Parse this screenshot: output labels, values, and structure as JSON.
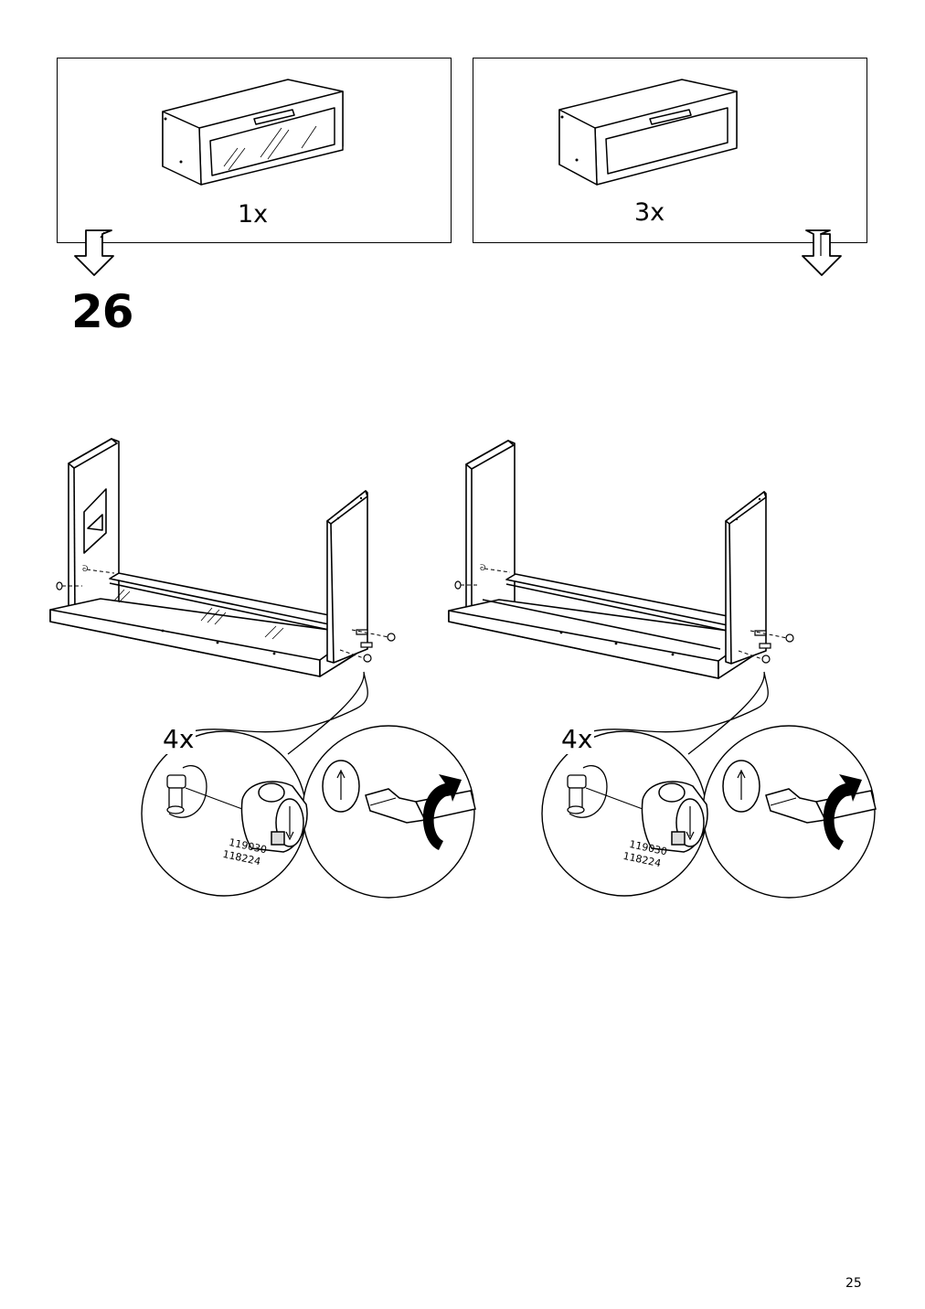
{
  "overview": {
    "left": {
      "quantity": "1x"
    },
    "right": {
      "quantity": "3x"
    }
  },
  "step": {
    "number": "26"
  },
  "assemblies": [
    {
      "quantity": "4x",
      "article_numbers": [
        "119030",
        "118224"
      ]
    },
    {
      "quantity": "4x",
      "article_numbers": [
        "119030",
        "118224"
      ]
    }
  ],
  "page": {
    "number": "25"
  }
}
